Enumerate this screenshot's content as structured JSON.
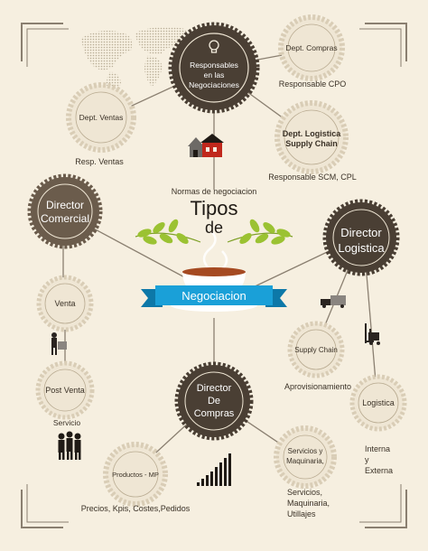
{
  "title": {
    "line1": "Tipos",
    "line2": "de",
    "banner": "Negociacion"
  },
  "nodes": {
    "responsables": {
      "lines": [
        "Responsables",
        "en las",
        "Negociaciones"
      ]
    },
    "dept_compras": {
      "lines": [
        "Dept. Compras"
      ]
    },
    "dept_ventas": {
      "lines": [
        "Dept. Ventas"
      ]
    },
    "dept_logistica": {
      "lines": [
        "Dept. Logistica",
        "Supply Chain"
      ]
    },
    "director_comercial": {
      "lines": [
        "Director",
        "Comercial"
      ]
    },
    "director_logistica": {
      "lines": [
        "Director",
        "Logistica"
      ]
    },
    "venta": {
      "lines": [
        "Venta"
      ]
    },
    "post_venta": {
      "lines": [
        "Post Venta"
      ]
    },
    "supply_chain": {
      "lines": [
        "Supply Chain"
      ]
    },
    "logistica": {
      "lines": [
        "Logistica"
      ]
    },
    "director_compras": {
      "lines": [
        "Director",
        "De",
        "Compras"
      ]
    },
    "productos_mp": {
      "lines": [
        "Productos - MP"
      ]
    },
    "servicios": {
      "lines": [
        "Servicios y",
        "Maquinaria,"
      ]
    }
  },
  "labels": {
    "responsable_cpo": "Responsable CPO",
    "resp_ventas": "Resp. Ventas",
    "responsable_scm": "Responsable SCM, CPL",
    "normas": "Normas de negociacion",
    "aprovisionamiento": "Aprovisionamiento",
    "servicio": "Servicio",
    "interna_externa": [
      "Interna",
      "y",
      "Externa"
    ],
    "precios": "Precios, Kpis, Costes,Pedidos",
    "servicios_detalle": [
      "Servicios,",
      "Maquinaria,",
      "Utillajes"
    ]
  },
  "colors": {
    "background": "#f6efe0",
    "seal_dark": "#4a3f34",
    "seal_light": "#d9cdb6",
    "seal_fill": "#efe6d4",
    "banner": "#1aa0d8",
    "leaf": "#9bc232",
    "line": "#8a7f70"
  }
}
